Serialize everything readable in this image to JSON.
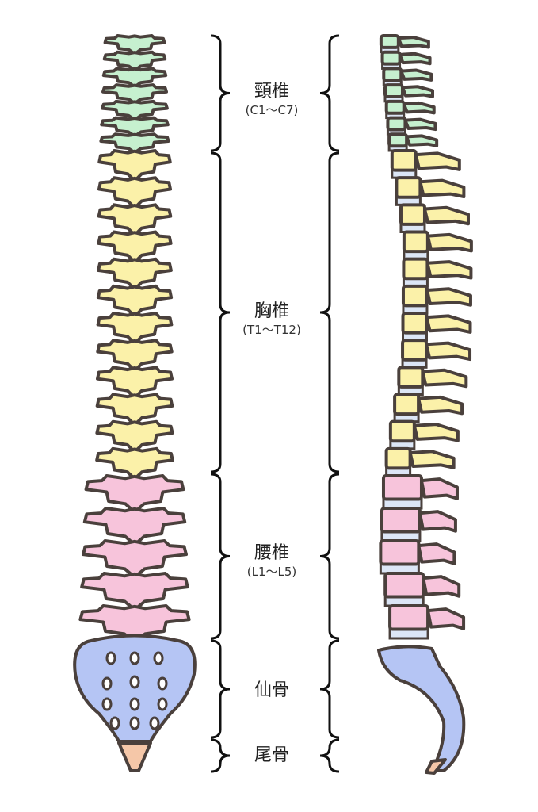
{
  "regions": [
    {
      "key": "cervical",
      "name": "頸椎",
      "range": "(C1〜C7)",
      "count": 7,
      "color": "#c6f0cf"
    },
    {
      "key": "thoracic",
      "name": "胸椎",
      "range": "(T1〜T12)",
      "count": 12,
      "color": "#fbf1a9"
    },
    {
      "key": "lumbar",
      "name": "腰椎",
      "range": "(L1〜L5)",
      "count": 5,
      "color": "#f7c4db"
    },
    {
      "key": "sacrum",
      "name": "仙骨",
      "color": "#b5c5f4"
    },
    {
      "key": "coccyx",
      "name": "尾骨",
      "color": "#f5c7a8"
    }
  ],
  "outline_color": "#4a403c",
  "disc_color": "#dce6f6"
}
